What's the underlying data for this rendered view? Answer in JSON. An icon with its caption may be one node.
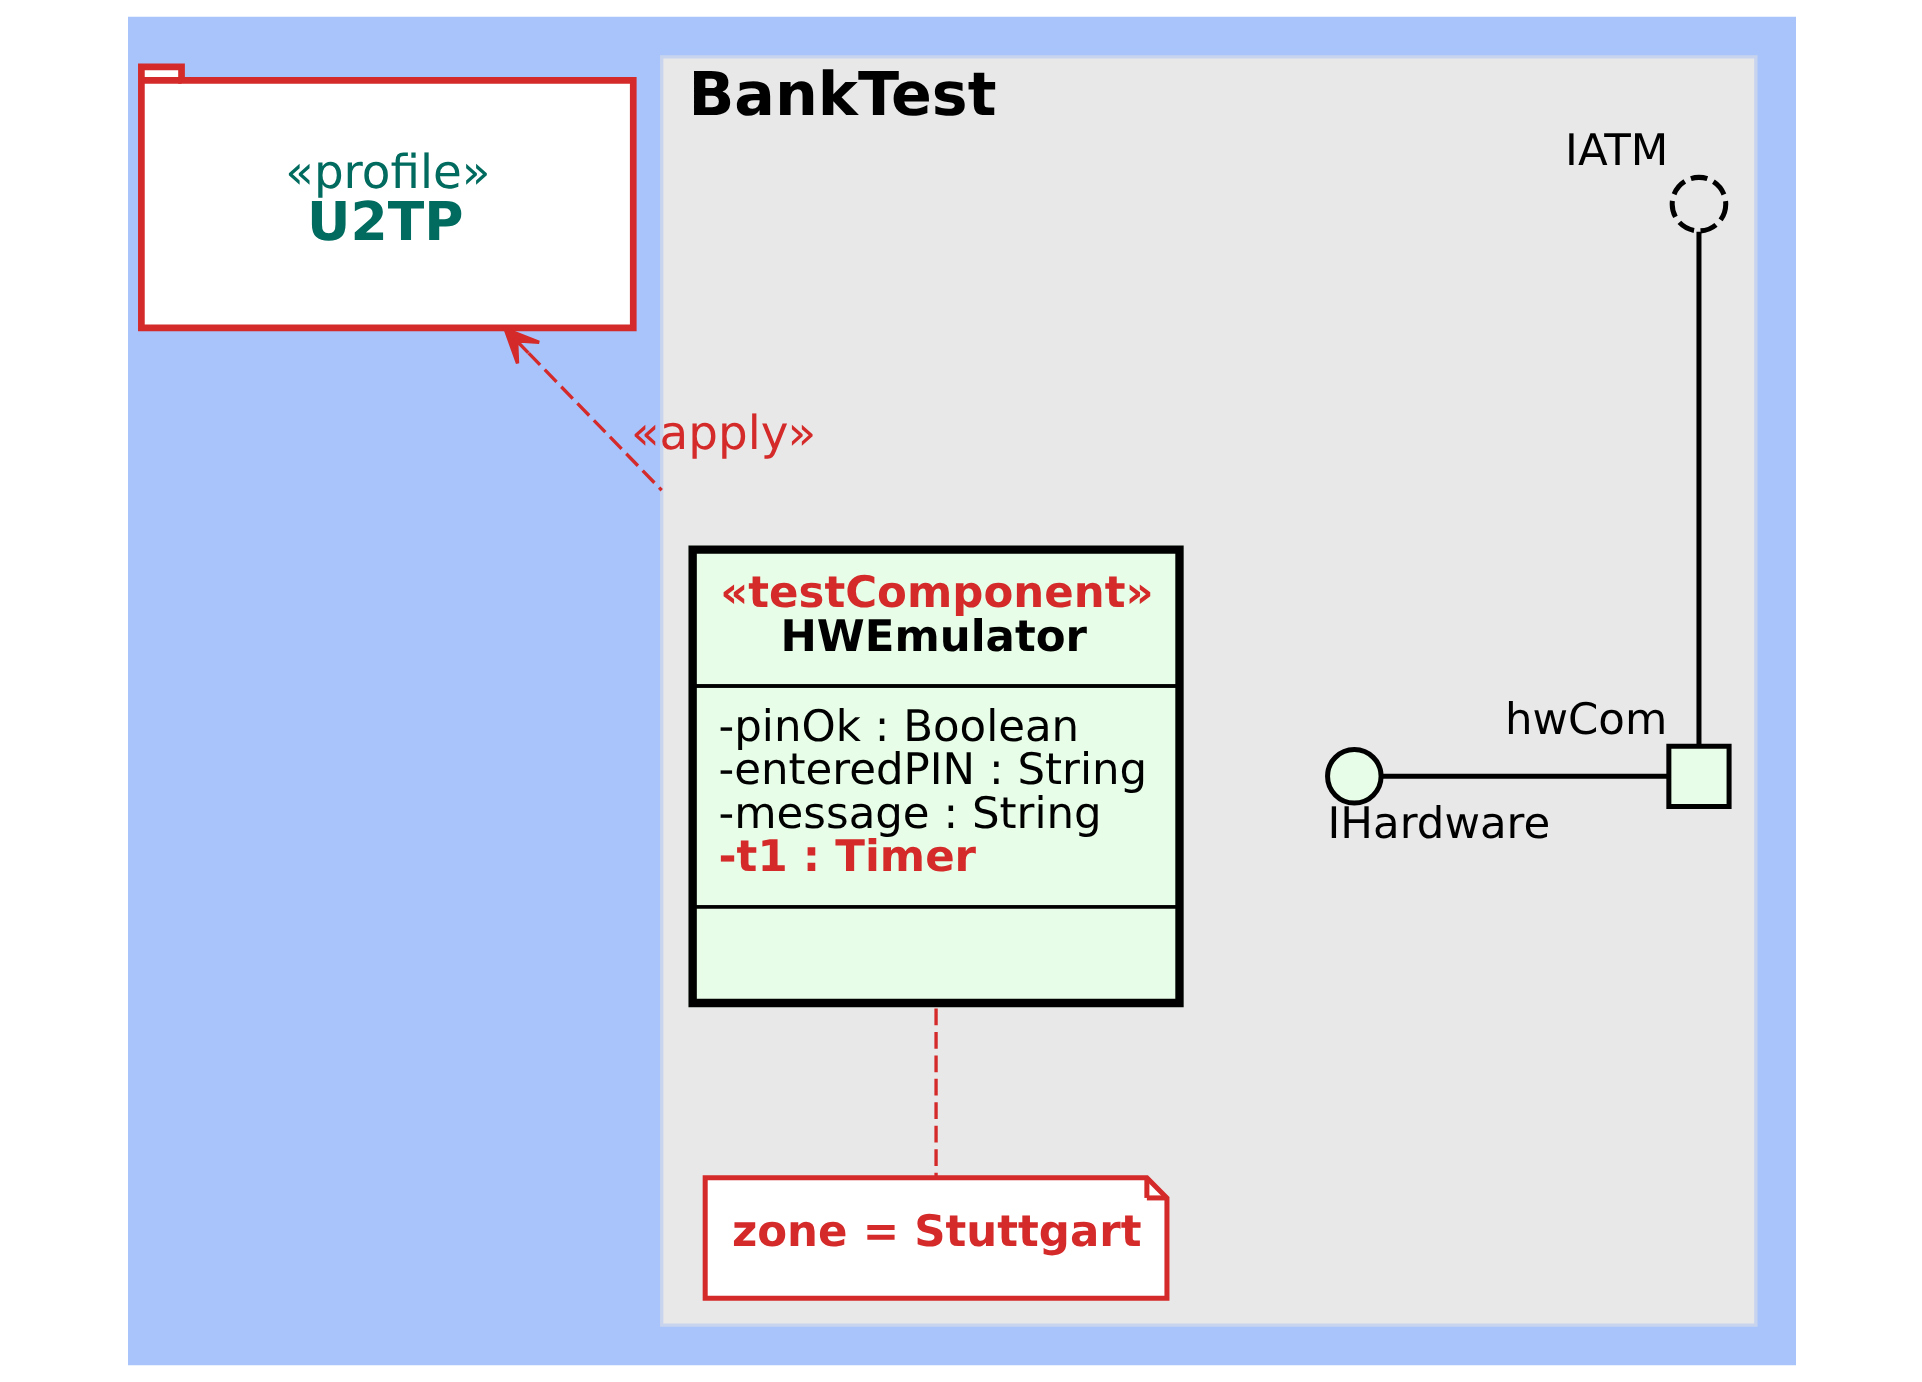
{
  "diagram": {
    "nodes": [
      {
        "text": [
          "«profile»",
          "U2TP"
        ]
      },
      {
        "text": [
          "BankTest"
        ]
      },
      {
        "text": [
          "«testComponent»",
          "HWEmulator",
          "-pinOk : Boolean",
          "-enteredPIN : String",
          "-message : String",
          "-t1 : Timer"
        ],
        "in": 1
      },
      {
        "text": [],
        "shape": "box",
        "beside": [
          "hwCom"
        ],
        "in": 1
      },
      {
        "text": [],
        "shape": "circle",
        "beside": [
          "IHardware"
        ],
        "in": 1
      },
      {
        "text": [],
        "shape": "arc",
        "beside": [
          "IATM"
        ],
        "in": 1
      },
      {
        "text": [
          "zone = Stuttgart"
        ],
        "in": 1
      }
    ],
    "edges": [
      {
        "from": 1,
        "to": 0,
        "arrow": "to",
        "label": "«apply»",
        "style": "dashed",
        "color": "#d42a2a"
      },
      {
        "from": 3,
        "to": 4,
        "arrow": "none",
        "color": "#000000"
      },
      {
        "from": 3,
        "to": 5,
        "arrow": "none",
        "color": "#000000"
      },
      {
        "from": 6,
        "to": 2,
        "arrow": "none",
        "style": "dashed",
        "color": "#d42a2a"
      }
    ]
  }
}
